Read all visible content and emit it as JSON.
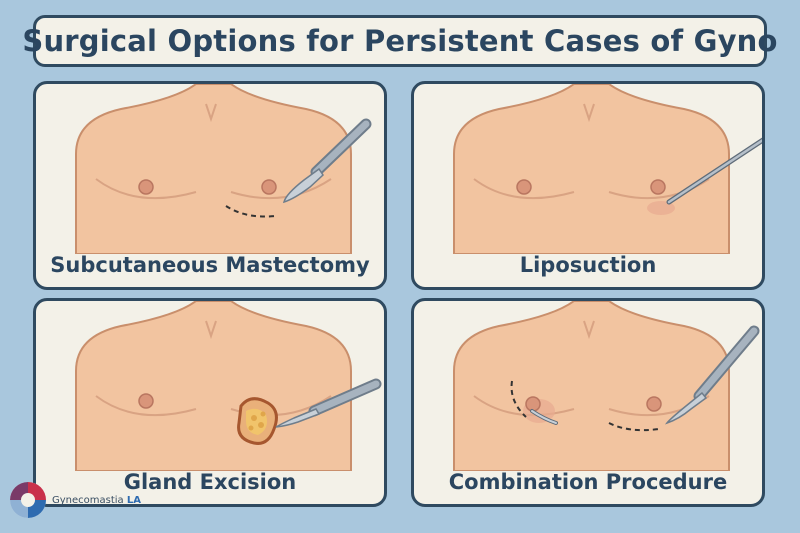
{
  "title": "Surgical Options for Persistent Cases of Gyno",
  "cards": [
    {
      "label": "Subcutaneous Mastectomy",
      "tool_icon": "scalpel-icon"
    },
    {
      "label": "Liposuction",
      "tool_icon": "cannula-icon"
    },
    {
      "label": "Gland Excision",
      "tool_icon": "scalpel-icon"
    },
    {
      "label": "Combination Procedure",
      "tool_icon": "scalpel-icon"
    }
  ],
  "logo": {
    "text": "Gynecomastia",
    "accent": "LA"
  },
  "colors": {
    "background": "#a9c7dd",
    "card": "#f3f1e8",
    "border": "#2f4a60",
    "skin": "#f2c4a0",
    "nipple": "#d9957a",
    "tool": "#8b98a6"
  }
}
